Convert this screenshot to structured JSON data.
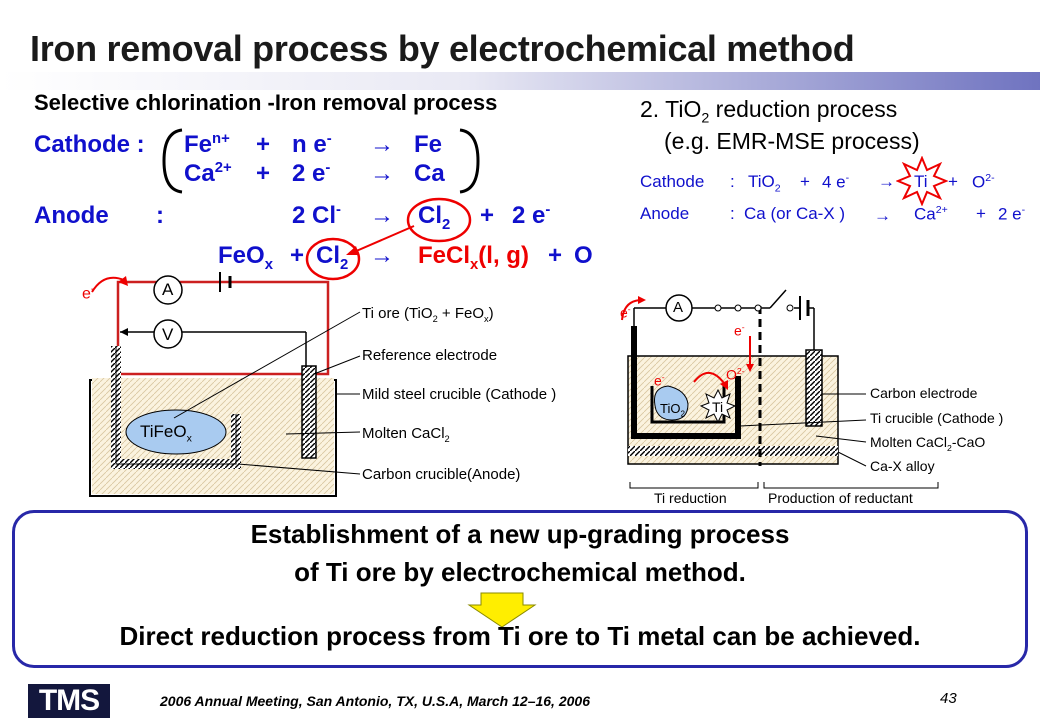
{
  "title": "Iron removal process by electrochemical method",
  "left_section": {
    "heading": "Selective chlorination -Iron removal process",
    "cathode_label": "Cathode :",
    "cathode_eq1": {
      "a": "Fe",
      "a_sup": "n+",
      "plus": "+",
      "b": "n e",
      "b_sup": "-",
      "arrow": "→",
      "c": "Fe"
    },
    "cathode_eq2": {
      "a": "Ca",
      "a_sup": "2+",
      "plus": "+",
      "b": "2 e",
      "b_sup": "-",
      "arrow": "→",
      "c": "Ca"
    },
    "anode_label": "Anode",
    "anode_colon": ":",
    "anode_eq": {
      "a": "2 Cl",
      "a_sup": "-",
      "arrow": "→",
      "b": "Cl",
      "b_sub": "2",
      "plus": "+",
      "c": "2 e",
      "c_sup": "-"
    },
    "feox_eq": {
      "a": "FeO",
      "a_sub": "x",
      "plus": "+",
      "b": "Cl",
      "b_sub": "2",
      "arrow": "→",
      "c": "FeCl",
      "c_sub": "x",
      "c_rest": "(l, g)",
      "plus2": "+",
      "d": "O"
    }
  },
  "left_diagram": {
    "electron": "e",
    "electron_sup": "-",
    "ammeter": "A",
    "voltmeter": "V",
    "ore_label": "TiFeO",
    "ore_sub": "x",
    "labels": [
      {
        "text": "Ti ore (TiO",
        "sub": "2",
        "rest": " + FeO",
        "sub2": "x",
        "end": ")"
      },
      {
        "text": "Reference electrode"
      },
      {
        "text": "Mild steel crucible (Cathode )"
      },
      {
        "text": "Molten CaCl",
        "sub": "2"
      },
      {
        "text": "Carbon crucible(Anode)"
      }
    ]
  },
  "right_section": {
    "heading_line1": "2. TiO",
    "heading_sub": "2",
    "heading_line1_rest": " reduction process",
    "heading_line2": "(e.g. EMR-MSE process)",
    "cathode": {
      "label": "Cathode",
      "colon": ":",
      "a": "TiO",
      "a_sub": "2",
      "plus": "+",
      "b": "4 e",
      "b_sup": "-",
      "arrow": "→",
      "c": "Ti",
      "plus2": "+",
      "d": "O",
      "d_sup": "2-"
    },
    "anode": {
      "label": "Anode",
      "colon": ":",
      "a": "Ca (or Ca-X )",
      "arrow": "→",
      "b": "Ca",
      "b_sup": "2+",
      "plus": "+",
      "c": "2 e",
      "c_sup": "-"
    }
  },
  "right_diagram": {
    "ammeter": "A",
    "electron": "e",
    "electron_sup": "-",
    "o2": "O",
    "o2_sup": "2-",
    "tio2": "TiO",
    "tio2_sub": "2",
    "ti": "Ti",
    "labels": [
      {
        "text": "Carbon electrode"
      },
      {
        "text": "Ti crucible (Cathode )"
      },
      {
        "text": "Molten CaCl",
        "sub": "2",
        "rest": "-CaO"
      },
      {
        "text": "Ca-X alloy"
      }
    ],
    "bottom_left": "Ti reduction",
    "bottom_right": "Production of reductant"
  },
  "conclusion": {
    "line1": "Establishment of a new up-grading process",
    "line2": "of Ti ore by electrochemical method.",
    "line3": "Direct reduction process from Ti ore to Ti metal can be achieved."
  },
  "footer": {
    "logo_text": "TMS",
    "meeting": "2006 Annual Meeting, San Antonio, TX, U.S.A, March 12–16, 2006",
    "page": "43"
  },
  "colors": {
    "blue": "#1010cc",
    "red": "#ee0000",
    "arrow_yellow": "#ffee00",
    "frame": "#2828a8"
  }
}
